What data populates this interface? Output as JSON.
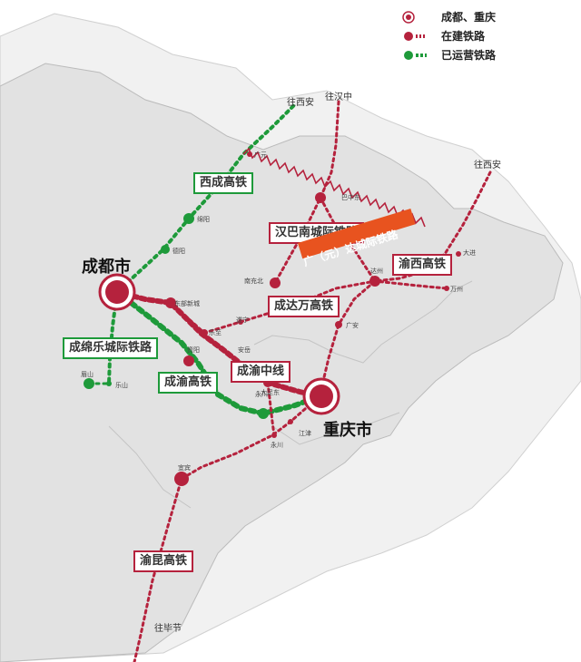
{
  "legend": {
    "hub": "成都、重庆",
    "under_construction": "在建铁路",
    "operating": "已运营铁路"
  },
  "cities": {
    "chengdu": "成都市",
    "chongqing": "重庆市"
  },
  "lines": {
    "xicheng": "西成高铁",
    "hanbanan": "汉巴南城际铁路",
    "guangda": "广（元）达城际铁路",
    "yuxi": "渝西高铁",
    "chengdawan": "成达万高铁",
    "chengmianle": "成绵乐城际铁路",
    "chengyu_hsr": "成渝高铁",
    "chengyu_mid": "成渝中线",
    "yukun": "渝昆高铁"
  },
  "directions": {
    "to_xian_1": "往西安",
    "to_hanzhong": "往汉中",
    "to_xian_2": "往西安",
    "to_bijie": "往毕节"
  },
  "towns": {
    "guangyuan": "广元",
    "bazhong": "巴中东",
    "mianyang": "绵阳",
    "deyang": "德阳",
    "nanchong": "南充北",
    "dazhou": "达州",
    "dajin": "大进",
    "wanzhou": "万州",
    "suining": "遂宁",
    "dongbu": "东部新城",
    "lezhi": "乐至",
    "anyue": "安岳",
    "ziyang": "资阳",
    "guangan": "广安",
    "meishan": "眉山",
    "leshan": "乐山",
    "yongchuan": "永川",
    "dazudong": "大足东",
    "yongchuan2": "永川",
    "jiangjin": "江津",
    "yibin": "宜宾"
  },
  "colors": {
    "construction": "#b5223d",
    "operating": "#1e9a3a",
    "land": "#e3e3e3",
    "outer": "#f2f2f2",
    "accent": "#e8531f"
  }
}
